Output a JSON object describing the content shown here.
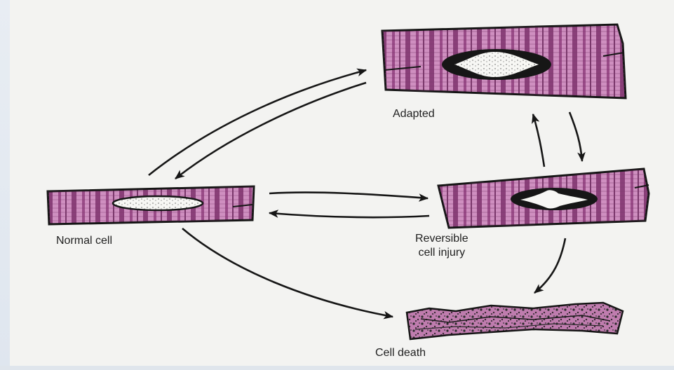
{
  "labels": {
    "normal": "Normal cell",
    "adapted": "Adapted",
    "reversible_line1": "Reversible",
    "reversible_line2": "cell injury",
    "death": "Cell death"
  },
  "colors": {
    "cell_fill": "#cf8fc0",
    "cell_band": "#8a3f79",
    "outline": "#161616",
    "nucleus": "#f7f7f4",
    "background": "#f3f3f1"
  }
}
